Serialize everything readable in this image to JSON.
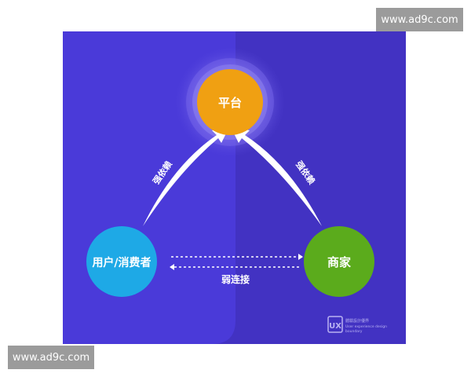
{
  "watermark_top": "www.ad9c.com",
  "watermark_bottom": "www.ad9c.com",
  "nodes": {
    "platform": "平台",
    "user": "用户/消费者",
    "merchant": "商家"
  },
  "edges": {
    "user_platform": "强依赖",
    "merchant_platform": "强依赖",
    "user_merchant": "弱连接"
  },
  "logo": {
    "mark": "UX",
    "title": "體驗設計優界",
    "subtitle_line1": "User experience design",
    "subtitle_line2": "boundary"
  },
  "colors": {
    "bg_left": "#4a3ad9",
    "bg_right": "#4232c2",
    "platform": "#f0a012",
    "user": "#1ea9e6",
    "merchant": "#5bab1c"
  }
}
